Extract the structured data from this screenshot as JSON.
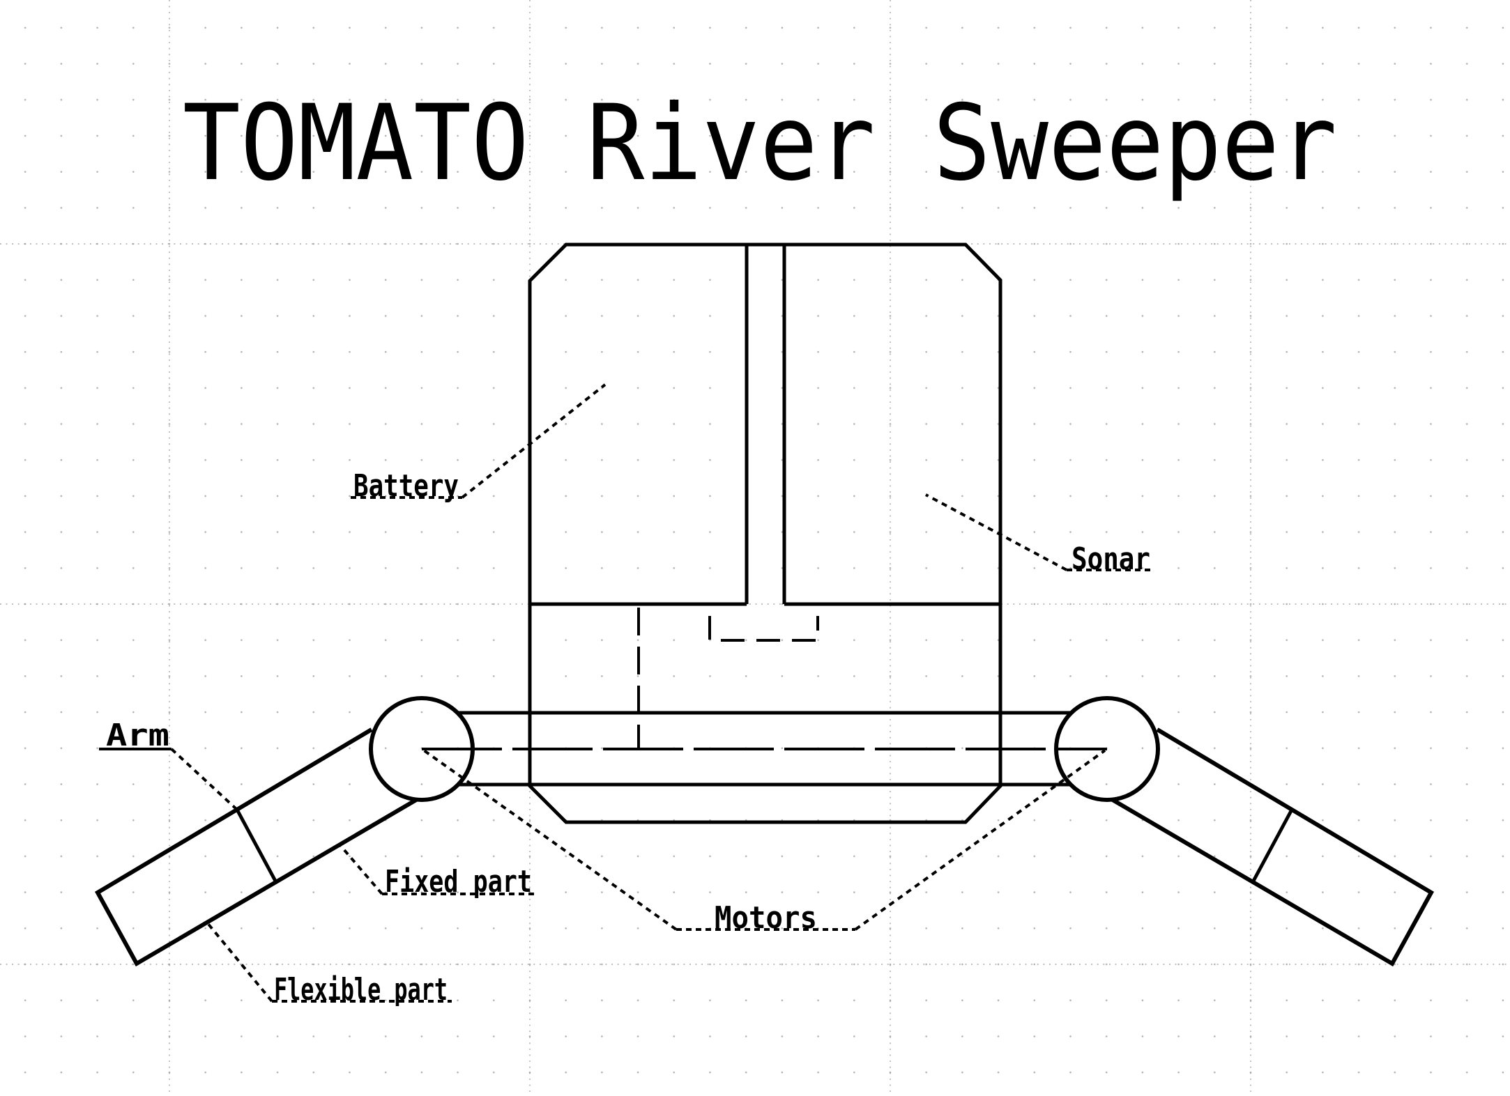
{
  "title": "TOMATO River Sweeper",
  "labels": {
    "battery": "Battery",
    "sonar": "Sonar",
    "arm": "Arm",
    "fixed_part": "Fixed part",
    "flexible_part": "Flexible part",
    "motors": "Motors"
  },
  "diagram": {
    "type": "technical-drawing",
    "parts": [
      "Battery",
      "Sonar",
      "Arm",
      "Fixed part",
      "Flexible part",
      "Motors"
    ],
    "line_styles": {
      "visible_edges": "solid",
      "hidden_edges": "dashed",
      "axis_centerline": "long-dash",
      "label_leaders": "dotted"
    }
  },
  "colors": {
    "background": "#ffffff",
    "drawing_line": "#000000",
    "grid_dot": "#b0b0b0",
    "grid_line": "#909090"
  }
}
